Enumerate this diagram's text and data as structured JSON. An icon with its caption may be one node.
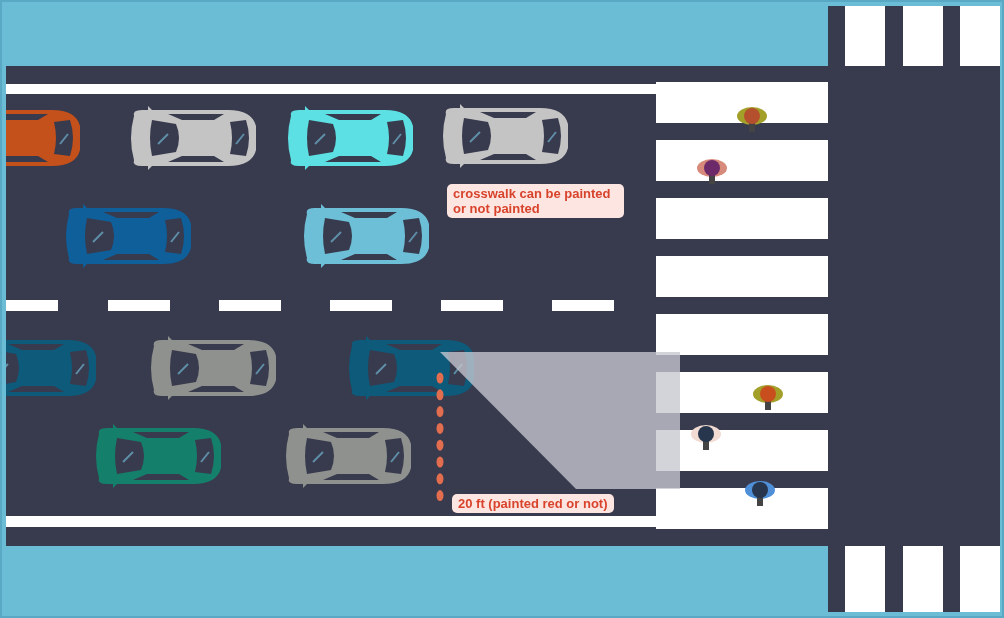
{
  "diagram": {
    "nodes": [
      {
        "text": [],
        "shape": "triangle"
      }
    ],
    "labels": [
      "crosswalk can be painted or not painted",
      "20 ft (painted red or not)"
    ]
  }
}
